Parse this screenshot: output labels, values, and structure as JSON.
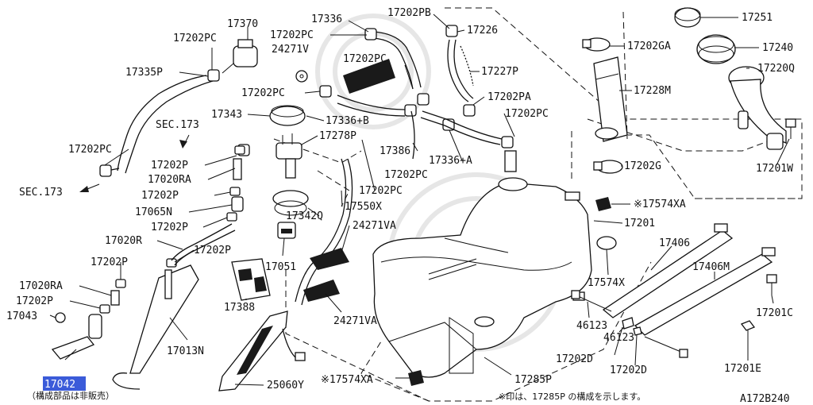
{
  "diagram": {
    "code": "A172B240",
    "footnote": "※印は、17285P の構成を示します。",
    "highlight_color": "#3b5bd9",
    "highlight_note": "（構成部品は非販売）",
    "labels": {
      "p17370": "17370",
      "p17336": "17336",
      "p17202PB": "17202PB",
      "p17251": "17251",
      "p17202PC_a": "17202PC",
      "p17202PC_b": "17202PC",
      "p24271V": "24271V",
      "p17202PC_c": "17202PC",
      "p17226": "17226",
      "p17202GA": "17202GA",
      "p17240": "17240",
      "p17335P": "17335P",
      "p17227P": "17227P",
      "p17220Q": "17220Q",
      "p17202PC_d": "17202PC",
      "p17202PA": "17202PA",
      "p17228M": "17228M",
      "p17343": "17343",
      "p17336B": "17336+B",
      "p17202PC_e": "17202PC",
      "p17278P": "17278P",
      "sec173_a": "SEC.173",
      "p17202PC_f": "17202PC",
      "p17386": "17386",
      "p17336A": "17336+A",
      "p17202G": "17202G",
      "p17201W": "17201W",
      "p17202P_a": "17202P",
      "p17020RA_a": "17020RA",
      "p17202PC_g": "17202PC",
      "p17202PC_h": "17202PC",
      "sec173_b": "SEC.173",
      "p17202P_b": "17202P",
      "p17550X": "17550X",
      "p17574XA_a": "※17574XA",
      "p17065N": "17065N",
      "p17342Q": "17342Q",
      "p17201": "17201",
      "p17202P_c": "17202P",
      "p24271VA_a": "24271VA",
      "p17020R": "17020R",
      "p17202P_d": "17202P",
      "p17406": "17406",
      "p17202P_e": "17202P",
      "p17051": "17051",
      "p17574X": "17574X",
      "p17406M": "17406M",
      "p17020RA_b": "17020RA",
      "p17202P_f": "17202P",
      "p17388": "17388",
      "p46123_a": "46123",
      "p17201C": "17201C",
      "p17043": "17043",
      "p24271VA_b": "24271VA",
      "p46123_b": "46123",
      "p17013N": "17013N",
      "p17202D_a": "17202D",
      "p17202D_b": "17202D",
      "p17201E": "17201E",
      "p17042": "17042",
      "p17285P": "17285P",
      "p25060Y": "25060Y",
      "p17574XA_b": "※17574XA"
    }
  }
}
